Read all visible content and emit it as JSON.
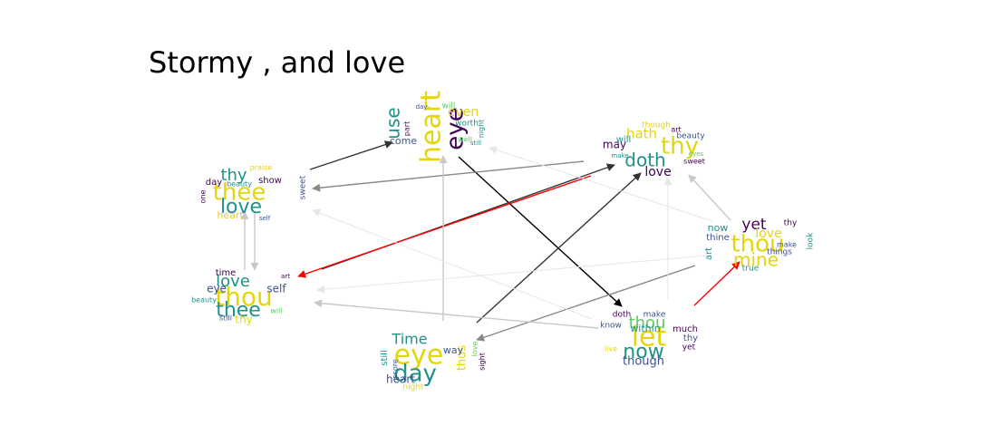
{
  "title": "Stormy , and love",
  "palette": {
    "purple": "#440154",
    "blue": "#3b528b",
    "teal": "#21918c",
    "green": "#5ec962",
    "yellow": "#e3d60b",
    "black": "#000000",
    "dark_gray": "#333333",
    "mid_gray": "#888888",
    "light_gray": "#c8c8c8",
    "faint_gray": "#e6e6e6",
    "red": "#ff0000"
  },
  "nodes": [
    {
      "id": "heart-cloud",
      "words": [
        {
          "text": "heart",
          "color": "yellow"
        },
        {
          "text": "eye",
          "color": "purple"
        },
        {
          "text": "use",
          "color": "teal"
        },
        {
          "text": "even",
          "color": "yellow"
        },
        {
          "text": "come",
          "color": "blue"
        },
        {
          "text": "worth",
          "color": "teal"
        },
        {
          "text": "will",
          "color": "green"
        },
        {
          "text": "night",
          "color": "teal"
        },
        {
          "text": "day",
          "color": "blue"
        },
        {
          "text": "part",
          "color": "purple"
        },
        {
          "text": "well",
          "color": "green"
        },
        {
          "text": "still",
          "color": "teal"
        }
      ]
    },
    {
      "id": "thy-cloud",
      "words": [
        {
          "text": "thy",
          "color": "yellow"
        },
        {
          "text": "doth",
          "color": "teal"
        },
        {
          "text": "love",
          "color": "purple"
        },
        {
          "text": "hath",
          "color": "yellow"
        },
        {
          "text": "may",
          "color": "purple"
        },
        {
          "text": "will",
          "color": "teal"
        },
        {
          "text": "though",
          "color": "yellow"
        },
        {
          "text": "beauty",
          "color": "blue"
        },
        {
          "text": "sweet",
          "color": "purple"
        },
        {
          "text": "art",
          "color": "purple"
        },
        {
          "text": "eyes",
          "color": "green"
        },
        {
          "text": "make",
          "color": "teal"
        }
      ]
    },
    {
      "id": "thee-cloud",
      "words": [
        {
          "text": "thee",
          "color": "yellow"
        },
        {
          "text": "love",
          "color": "teal"
        },
        {
          "text": "thy",
          "color": "teal"
        },
        {
          "text": "heart",
          "color": "yellow"
        },
        {
          "text": "day",
          "color": "purple"
        },
        {
          "text": "sweet",
          "color": "blue"
        },
        {
          "text": "show",
          "color": "purple"
        },
        {
          "text": "praise",
          "color": "yellow"
        },
        {
          "text": "beauty",
          "color": "teal"
        },
        {
          "text": "one",
          "color": "purple"
        },
        {
          "text": "self",
          "color": "blue"
        }
      ]
    },
    {
      "id": "yet-cloud",
      "words": [
        {
          "text": "thou",
          "color": "yellow"
        },
        {
          "text": "mine",
          "color": "yellow"
        },
        {
          "text": "yet",
          "color": "purple"
        },
        {
          "text": "love",
          "color": "yellow"
        },
        {
          "text": "now",
          "color": "teal"
        },
        {
          "text": "thy",
          "color": "purple"
        },
        {
          "text": "thine",
          "color": "blue"
        },
        {
          "text": "true",
          "color": "teal"
        },
        {
          "text": "art",
          "color": "teal"
        },
        {
          "text": "look",
          "color": "teal"
        },
        {
          "text": "things",
          "color": "blue"
        },
        {
          "text": "make",
          "color": "blue"
        }
      ]
    },
    {
      "id": "thou-left-cloud",
      "words": [
        {
          "text": "thou",
          "color": "yellow"
        },
        {
          "text": "thee",
          "color": "teal"
        },
        {
          "text": "love",
          "color": "teal"
        },
        {
          "text": "eye",
          "color": "blue"
        },
        {
          "text": "self",
          "color": "blue"
        },
        {
          "text": "time",
          "color": "purple"
        },
        {
          "text": "thy",
          "color": "yellow"
        },
        {
          "text": "beauty",
          "color": "teal"
        },
        {
          "text": "still",
          "color": "blue"
        },
        {
          "text": "will",
          "color": "green"
        },
        {
          "text": "art",
          "color": "purple"
        }
      ]
    },
    {
      "id": "eye-cloud",
      "words": [
        {
          "text": "eye",
          "color": "yellow"
        },
        {
          "text": "day",
          "color": "teal"
        },
        {
          "text": "Time",
          "color": "teal"
        },
        {
          "text": "thus",
          "color": "yellow"
        },
        {
          "text": "way",
          "color": "blue"
        },
        {
          "text": "heart",
          "color": "blue"
        },
        {
          "text": "still",
          "color": "teal"
        },
        {
          "text": "score",
          "color": "blue"
        },
        {
          "text": "night",
          "color": "yellow"
        },
        {
          "text": "love",
          "color": "green"
        },
        {
          "text": "sight",
          "color": "purple"
        }
      ]
    },
    {
      "id": "let-cloud",
      "words": [
        {
          "text": "let",
          "color": "yellow"
        },
        {
          "text": "now",
          "color": "teal"
        },
        {
          "text": "thou",
          "color": "green"
        },
        {
          "text": "though",
          "color": "blue"
        },
        {
          "text": "within",
          "color": "teal"
        },
        {
          "text": "much",
          "color": "purple"
        },
        {
          "text": "thy",
          "color": "blue"
        },
        {
          "text": "yet",
          "color": "purple"
        },
        {
          "text": "know",
          "color": "blue"
        },
        {
          "text": "doth",
          "color": "purple"
        },
        {
          "text": "make",
          "color": "blue"
        },
        {
          "text": "live",
          "color": "yellow"
        }
      ]
    }
  ],
  "edges": [
    {
      "from": "thee-cloud",
      "to": "heart-cloud",
      "color": "dark_gray"
    },
    {
      "from": "heart-cloud",
      "to": "let-cloud",
      "color": "black"
    },
    {
      "from": "thy-cloud",
      "to": "thee-cloud",
      "color": "mid_gray"
    },
    {
      "from": "thou-left-cloud",
      "to": "thy-cloud",
      "color": "dark_gray"
    },
    {
      "from": "thy-cloud",
      "to": "thou-left-cloud",
      "color": "red"
    },
    {
      "from": "eye-cloud",
      "to": "thy-cloud",
      "color": "dark_gray"
    },
    {
      "from": "yet-cloud",
      "to": "eye-cloud",
      "color": "mid_gray"
    },
    {
      "from": "let-cloud",
      "to": "yet-cloud",
      "color": "red"
    },
    {
      "from": "let-cloud",
      "to": "thou-left-cloud",
      "color": "light_gray"
    },
    {
      "from": "eye-cloud",
      "to": "heart-cloud",
      "color": "light_gray"
    },
    {
      "from": "thou-left-cloud",
      "to": "thee-cloud",
      "color": "light_gray"
    },
    {
      "from": "thee-cloud",
      "to": "thou-left-cloud",
      "color": "light_gray"
    },
    {
      "from": "yet-cloud",
      "to": "thy-cloud",
      "color": "light_gray"
    },
    {
      "from": "let-cloud",
      "to": "thy-cloud",
      "color": "faint_gray"
    },
    {
      "from": "yet-cloud",
      "to": "heart-cloud",
      "color": "faint_gray"
    },
    {
      "from": "yet-cloud",
      "to": "thou-left-cloud",
      "color": "faint_gray"
    },
    {
      "from": "let-cloud",
      "to": "thee-cloud",
      "color": "faint_gray"
    }
  ]
}
